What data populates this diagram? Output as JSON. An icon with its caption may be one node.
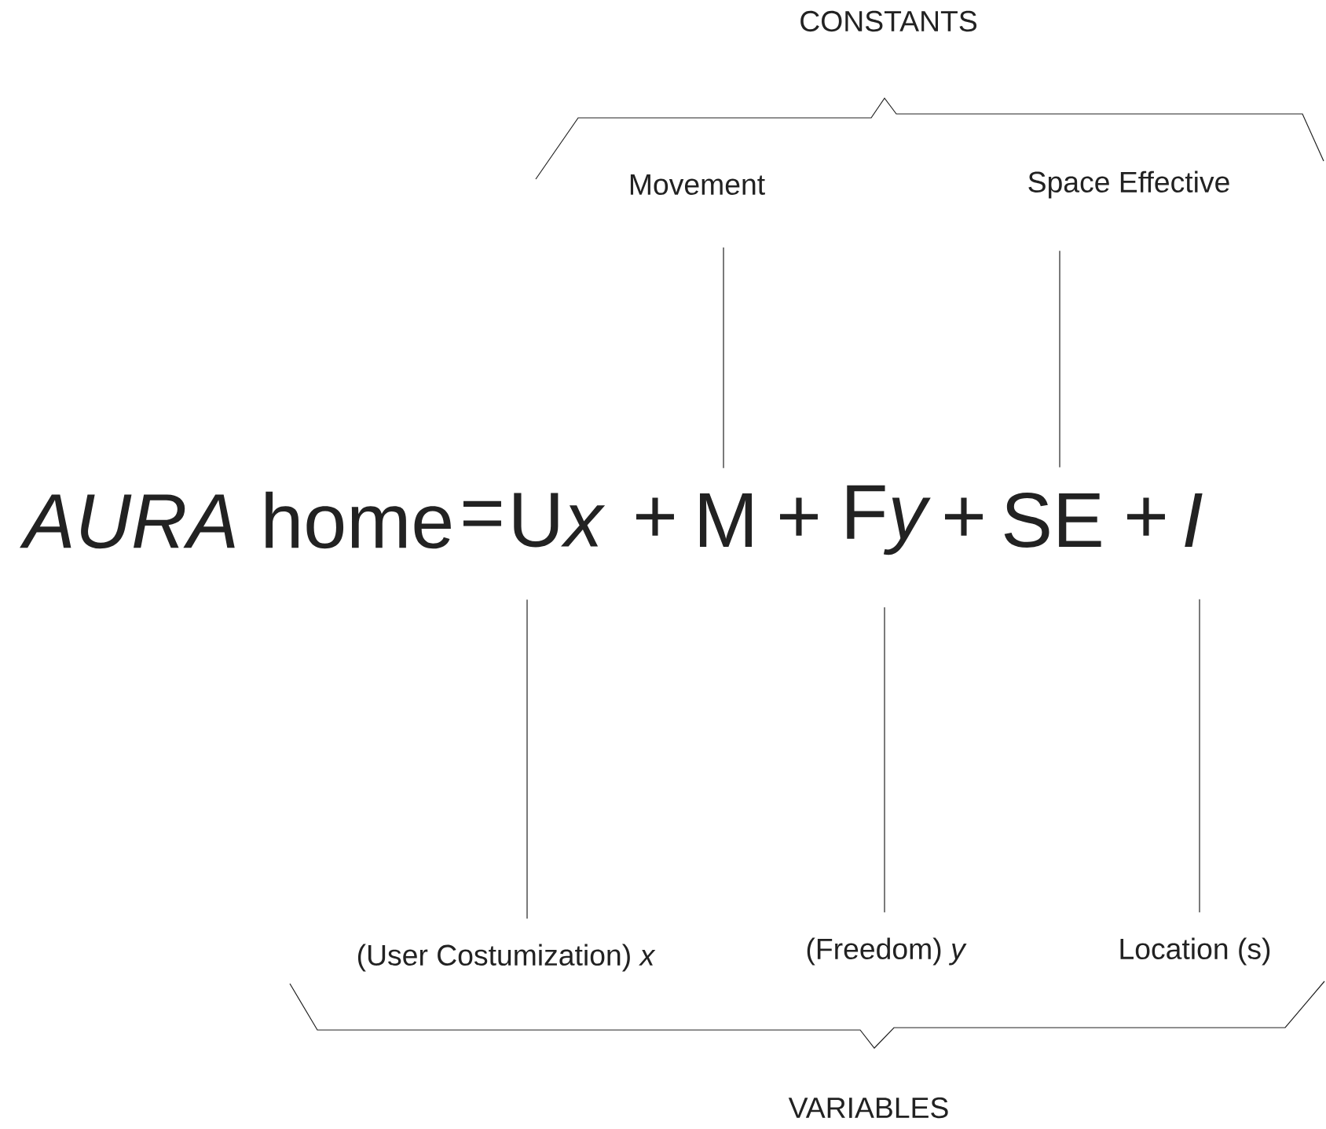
{
  "diagram": {
    "nodes": [
      {
        "text": [
          "Movement"
        ]
      },
      {
        "text": [
          "Space Effective"
        ]
      },
      {
        "text": [
          "*AURA* home"
        ]
      },
      {
        "text": [
          "U",
          "x"
        ]
      },
      {
        "text": [
          "M"
        ]
      },
      {
        "text": [
          "F",
          "y"
        ]
      },
      {
        "text": [
          "SE"
        ]
      },
      {
        "text": [
          "*I*"
        ]
      },
      {
        "text": [
          "(User Costumization) *x*"
        ]
      },
      {
        "text": [
          "(Freedom) *y*"
        ]
      },
      {
        "text": [
          "Location (s)"
        ]
      }
    ],
    "edges": [
      {
        "from": 0,
        "to": 4,
        "arrow": "none"
      },
      {
        "from": 1,
        "to": 6,
        "arrow": "none"
      },
      {
        "from": 3,
        "to": 8,
        "arrow": "none"
      },
      {
        "from": 5,
        "to": 9,
        "arrow": "none"
      },
      {
        "from": 7,
        "to": 10,
        "arrow": "none"
      }
    ],
    "labels": [
      "CONSTANTS",
      "=",
      "+",
      "+",
      "+",
      "+",
      "VARIABLES"
    ]
  }
}
